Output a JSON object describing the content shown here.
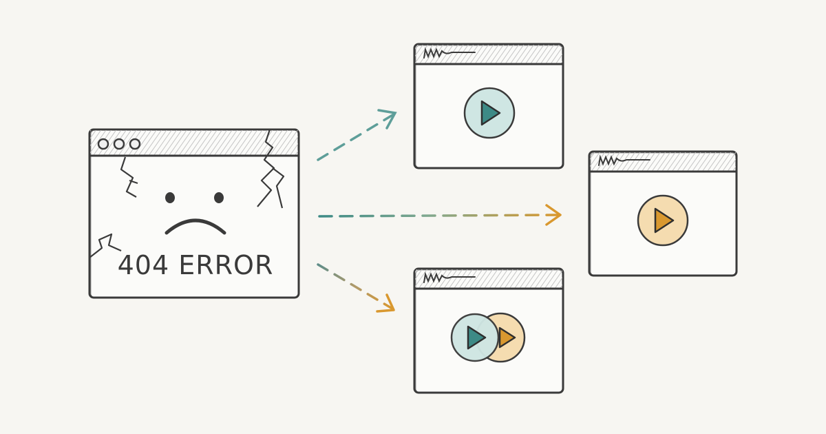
{
  "error_window": {
    "label": "404 ERROR",
    "control_dots": 3
  },
  "video_windows": [
    {
      "id": "top",
      "player": "teal-play-icon"
    },
    {
      "id": "middle",
      "player": "orange-play-icon"
    },
    {
      "id": "bottom",
      "player": "double-play-icon"
    }
  ],
  "colors": {
    "ink": "#3a3a3a",
    "teal": "#3d8a86",
    "teal_fill": "#cfe6e3",
    "orange": "#d9982f",
    "orange_fill": "#f5dcb0",
    "background": "#f7f6f2",
    "titlebar_hatch": "#bdbdbd"
  }
}
